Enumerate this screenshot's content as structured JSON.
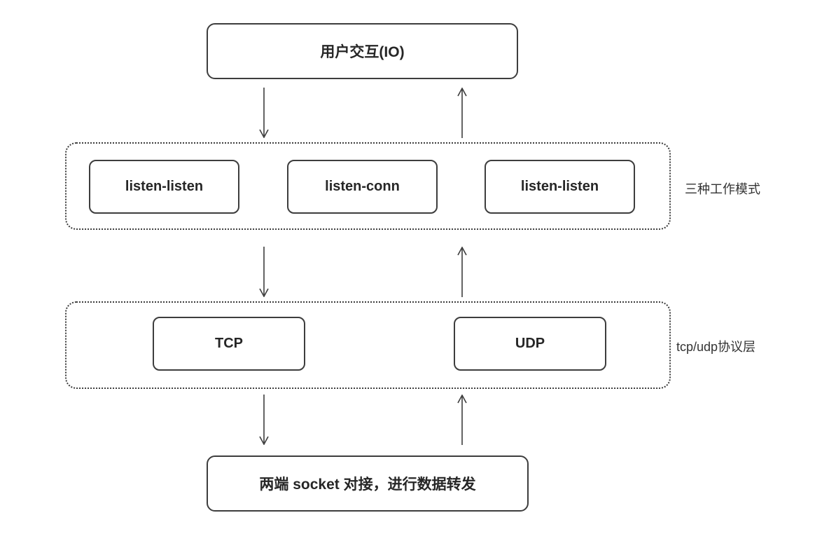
{
  "diagram": {
    "io_box": {
      "label": "用户交互(IO)"
    },
    "modes": {
      "side_label": "三种工作模式",
      "items": [
        {
          "label": "listen-listen"
        },
        {
          "label": "listen-conn"
        },
        {
          "label": "listen-listen"
        }
      ]
    },
    "protocols": {
      "side_label": "tcp/udp协议层",
      "items": [
        {
          "label": "TCP"
        },
        {
          "label": "UDP"
        }
      ]
    },
    "socket_box": {
      "label": "两端 socket 对接，进行数据转发"
    }
  },
  "colors": {
    "border": "#3d3d3d",
    "text": "#262626",
    "background": "#ffffff"
  }
}
